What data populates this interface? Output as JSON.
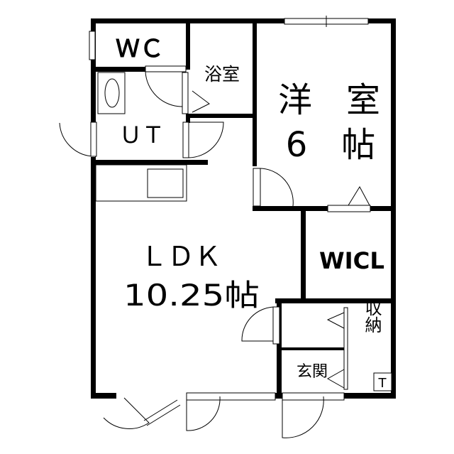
{
  "floor_plan": {
    "rooms": {
      "wc": "ＷＣ",
      "bathroom": "浴室",
      "utility": "ＵＴ",
      "western_room_name": "洋　室",
      "western_room_size": "6　帖",
      "ldk_name": "ＬＤＫ",
      "ldk_size": "10.25帖",
      "walk_in_closet": "WICL",
      "storage": "収納",
      "entrance": "玄関",
      "storage_mark": "T"
    }
  }
}
